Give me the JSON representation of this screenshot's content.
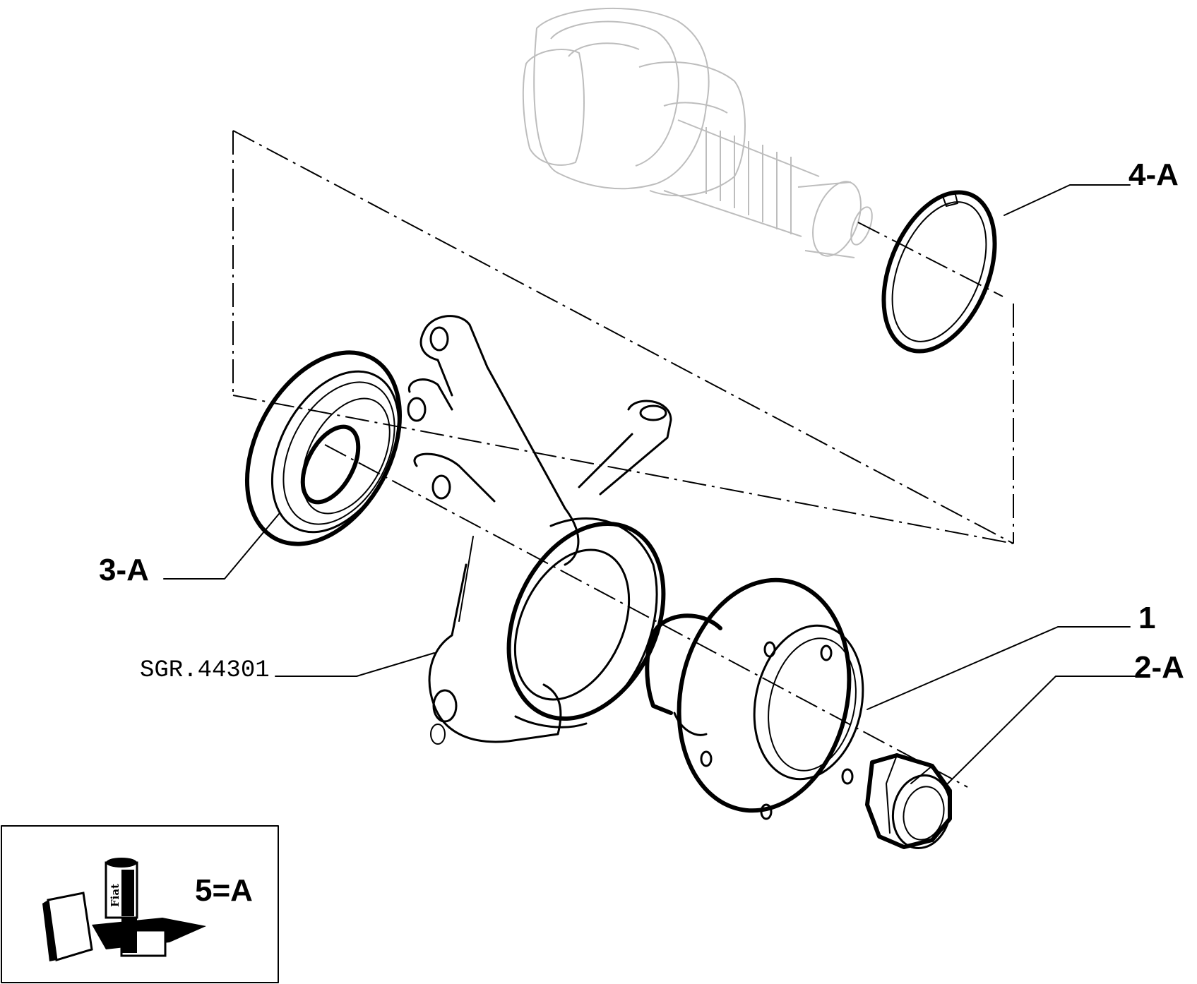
{
  "labels": {
    "part_1": "1",
    "part_2": "2-A",
    "part_3": "3-A",
    "part_4": "4-A",
    "knuckle_code": "SGR.44301"
  },
  "legend": {
    "text": "5=A",
    "product_brand": "Fiat"
  }
}
